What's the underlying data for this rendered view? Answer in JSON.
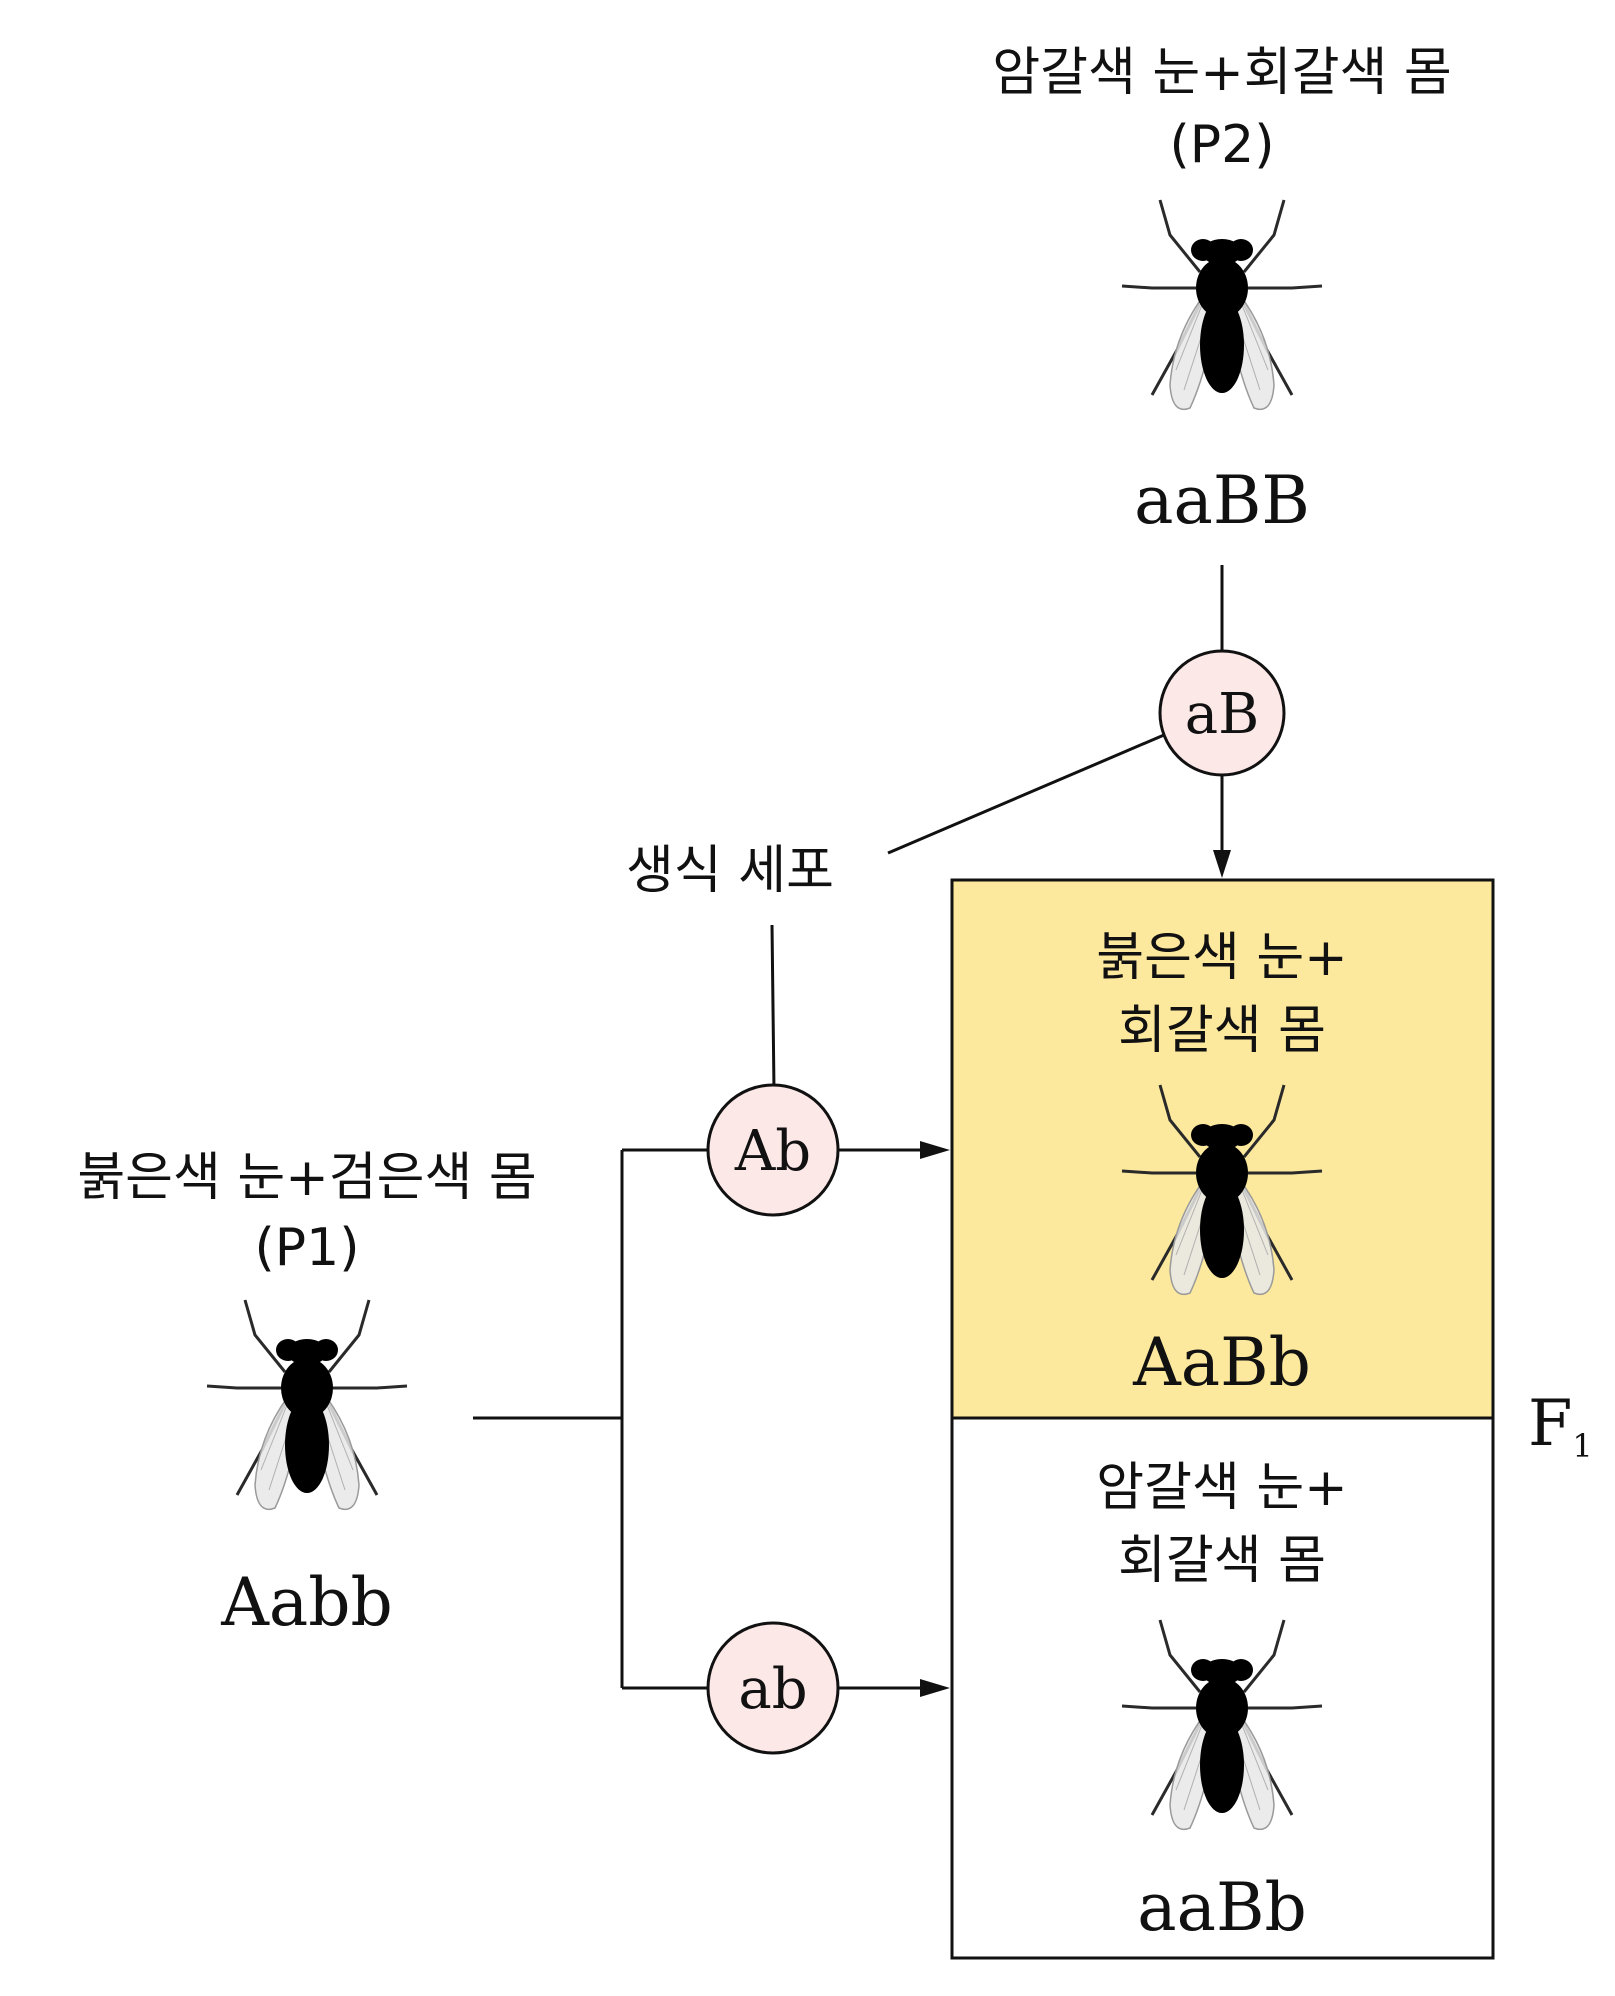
{
  "p2": {
    "label_line1": "암갈색 눈+회갈색 몸",
    "label_line2": "(P2)",
    "genotype": "aaBB",
    "gamete": "aB"
  },
  "p1": {
    "label_line1": "붉은색 눈+검은색 몸",
    "label_line2": "(P1)",
    "genotype": "Aabb",
    "gametes": [
      "Ab",
      "ab"
    ]
  },
  "gamete_label": "생식 세포",
  "f1": {
    "label": "F",
    "label_sub": "1",
    "top": {
      "label_line1": "붉은색 눈+",
      "label_line2": "회갈색 몸",
      "genotype": "AaBb"
    },
    "bottom": {
      "label_line1": "암갈색 눈+",
      "label_line2": "회갈색 몸",
      "genotype": "aaBb"
    }
  },
  "colors": {
    "box_highlight": "#FCE99E",
    "gamete_fill": "#FDE8E8",
    "fly_gray_body": "#B0A8A2",
    "fly_black_body": "#2A2A2A",
    "eye_red": "#E11B1B",
    "eye_brown": "#7A3122"
  },
  "icons": [
    "fly-icon"
  ]
}
